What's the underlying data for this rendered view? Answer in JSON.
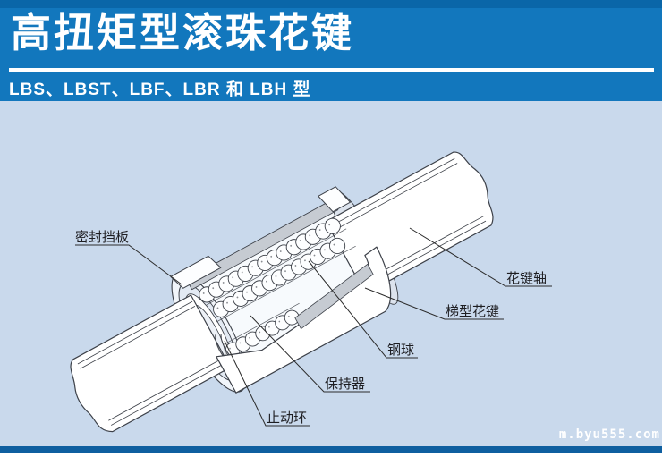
{
  "header": {
    "title": "高扭矩型滚珠花键",
    "subtitle": "LBS、LBST、LBF、LBR 和 LBH 型"
  },
  "diagram": {
    "labels": {
      "seal_plate": "密封挡板",
      "spline_shaft": "花键轴",
      "trapezoid_spline": "梯型花键",
      "steel_ball": "钢球",
      "retainer": "保持器",
      "stop_ring": "止动环"
    }
  },
  "watermark": "m.byu555.com",
  "colors": {
    "header_blue": "#1277BD",
    "header_top_strip": "#0A66A8",
    "body_background": "#C9D9EC",
    "line": "#3C4048",
    "key_gray": "#C6CBD2",
    "bottom_bar": "#0E5FA0"
  }
}
